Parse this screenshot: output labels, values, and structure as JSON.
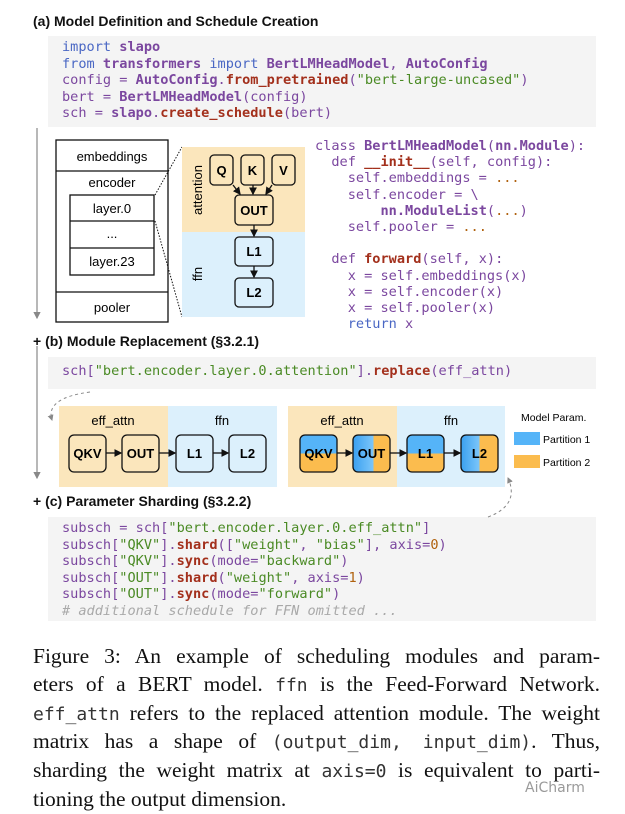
{
  "sections": {
    "a": "(a) Model Definition and Schedule Creation",
    "b": "+ (b) Module Replacement (§3.2.1)",
    "c": "+ (c) Parameter Sharding (§3.2.2)"
  },
  "code_a": {
    "lines": [
      [
        [
          "import ",
          "kw"
        ],
        [
          "slapo",
          "b"
        ]
      ],
      [
        [
          "from ",
          "kw"
        ],
        [
          "transformers",
          "b"
        ],
        [
          " import ",
          "kw"
        ],
        [
          "BertLMHeadModel",
          "b"
        ],
        [
          ", ",
          "p"
        ],
        [
          "AutoConfig",
          "b"
        ]
      ],
      [
        [
          "config = ",
          "p"
        ],
        [
          "AutoConfig",
          "b"
        ],
        [
          ".",
          "p"
        ],
        [
          "from_pretrained",
          "m"
        ],
        [
          "(",
          "p"
        ],
        [
          "\"bert-large-uncased\"",
          "s"
        ],
        [
          ")",
          "p"
        ]
      ],
      [
        [
          "bert = ",
          "p"
        ],
        [
          "BertLMHeadModel",
          "b"
        ],
        [
          "(config)",
          "p"
        ]
      ],
      [
        [
          "sch = ",
          "p"
        ],
        [
          "slapo",
          "b"
        ],
        [
          ".",
          "p"
        ],
        [
          "create_schedule",
          "m"
        ],
        [
          "(bert)",
          "p"
        ]
      ]
    ]
  },
  "code_class": {
    "lines": [
      [
        [
          "class ",
          "p"
        ],
        [
          "BertLMHeadModel",
          "b"
        ],
        [
          "(",
          "p"
        ],
        [
          "nn.Module",
          "b"
        ],
        [
          "):",
          "p"
        ]
      ],
      [
        [
          "  def ",
          "p"
        ],
        [
          "__init__",
          "m"
        ],
        [
          "(self, config):",
          "p"
        ]
      ],
      [
        [
          "    self.embeddings = ",
          "p"
        ],
        [
          "...",
          "n"
        ]
      ],
      [
        [
          "    self.encoder = \\",
          "p"
        ]
      ],
      [
        [
          "        ",
          "p"
        ],
        [
          "nn.ModuleList",
          "b"
        ],
        [
          "(",
          "p"
        ],
        [
          "...",
          "n"
        ],
        [
          ")",
          "p"
        ]
      ],
      [
        [
          "    self.pooler = ",
          "p"
        ],
        [
          "...",
          "n"
        ]
      ],
      [
        [
          "",
          "p"
        ]
      ],
      [
        [
          "  def ",
          "p"
        ],
        [
          "forward",
          "m"
        ],
        [
          "(self, x):",
          "p"
        ]
      ],
      [
        [
          "    x = self.embeddings(x)",
          "p"
        ]
      ],
      [
        [
          "    x = self.encoder(x)",
          "p"
        ]
      ],
      [
        [
          "    x = self.pooler(x)",
          "p"
        ]
      ],
      [
        [
          "    ",
          "p"
        ],
        [
          "return",
          "kw"
        ],
        [
          " x",
          "p"
        ]
      ]
    ]
  },
  "code_b": {
    "lines": [
      [
        [
          "sch[",
          "p"
        ],
        [
          "\"bert.encoder.layer.0.attention\"",
          "s"
        ],
        [
          "].",
          "p"
        ],
        [
          "replace",
          "m"
        ],
        [
          "(eff_attn)",
          "p"
        ]
      ]
    ]
  },
  "code_c": {
    "lines": [
      [
        [
          "subsch = sch[",
          "p"
        ],
        [
          "\"bert.encoder.layer.0.eff_attn\"",
          "s"
        ],
        [
          "]",
          "p"
        ]
      ],
      [
        [
          "subsch[",
          "p"
        ],
        [
          "\"QKV\"",
          "s"
        ],
        [
          "].",
          "p"
        ],
        [
          "shard",
          "m"
        ],
        [
          "([",
          "p"
        ],
        [
          "\"weight\"",
          "s"
        ],
        [
          ", ",
          "p"
        ],
        [
          "\"bias\"",
          "s"
        ],
        [
          "], axis=",
          "p"
        ],
        [
          "0",
          "n"
        ],
        [
          ")",
          "p"
        ]
      ],
      [
        [
          "subsch[",
          "p"
        ],
        [
          "\"QKV\"",
          "s"
        ],
        [
          "].",
          "p"
        ],
        [
          "sync",
          "m"
        ],
        [
          "(mode=",
          "p"
        ],
        [
          "\"backward\"",
          "s"
        ],
        [
          ")",
          "p"
        ]
      ],
      [
        [
          "subsch[",
          "p"
        ],
        [
          "\"OUT\"",
          "s"
        ],
        [
          "].",
          "p"
        ],
        [
          "shard",
          "m"
        ],
        [
          "(",
          "p"
        ],
        [
          "\"weight\"",
          "s"
        ],
        [
          ", axis=",
          "p"
        ],
        [
          "1",
          "n"
        ],
        [
          ")",
          "p"
        ]
      ],
      [
        [
          "subsch[",
          "p"
        ],
        [
          "\"OUT\"",
          "s"
        ],
        [
          "].",
          "p"
        ],
        [
          "sync",
          "m"
        ],
        [
          "(mode=",
          "p"
        ],
        [
          "\"forward\"",
          "s"
        ],
        [
          ")",
          "p"
        ]
      ],
      [
        [
          "# additional schedule for FFN omitted ...",
          "c"
        ]
      ]
    ]
  },
  "model_diagram": {
    "embeddings": "embeddings",
    "encoder": "encoder",
    "layer0": "layer.0",
    "ellipsis": "...",
    "layer23": "layer.23",
    "pooler": "pooler",
    "attention_label": "attention",
    "ffn_label": "ffn",
    "q": "Q",
    "k": "K",
    "v": "V",
    "out": "OUT",
    "l1": "L1",
    "l2": "L2"
  },
  "replacement_diagram": {
    "eff_attn": "eff_attn",
    "ffn": "ffn",
    "qkv": "QKV",
    "out": "OUT",
    "l1": "L1",
    "l2": "L2"
  },
  "legend": {
    "title": "Model Param.",
    "items": [
      {
        "label": "Partition 1",
        "color": "#55b4f8"
      },
      {
        "label": "Partition 2",
        "color": "#fbbc4e"
      }
    ]
  },
  "colors": {
    "attention_bg": "#fbe6bc",
    "ffn_bg": "#dcf0fc",
    "code_bg": "#f4f4f4"
  },
  "caption": {
    "lines": [
      [
        [
          "Figure 3: An example of scheduling modules and param-",
          "serif"
        ]
      ],
      [
        [
          "eters of a BERT model. ",
          "serif"
        ],
        [
          "ffn",
          "mono"
        ],
        [
          " is the Feed-Forward Network.",
          "serif"
        ]
      ],
      [
        [
          "eff_attn",
          "mono"
        ],
        [
          " refers to the replaced attention module. The weight",
          "serif"
        ]
      ],
      [
        [
          "matrix has a shape of ",
          "serif"
        ],
        [
          "(output_dim, input_dim)",
          "mono"
        ],
        [
          ". Thus,",
          "serif"
        ]
      ],
      [
        [
          "sharding the weight matrix at ",
          "serif"
        ],
        [
          "axis=0",
          "mono"
        ],
        [
          " is equivalent to parti-",
          "serif"
        ]
      ],
      [
        [
          "tioning the output dimension.",
          "serif"
        ]
      ]
    ]
  },
  "watermark": "AiCharm"
}
